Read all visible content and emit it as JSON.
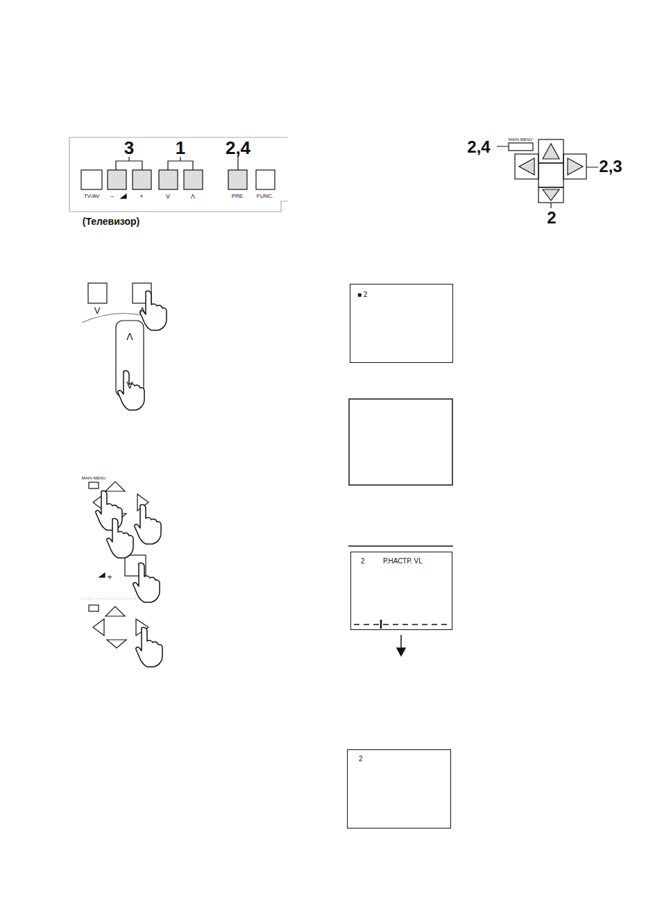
{
  "diagram": {
    "nodes": [
      {
        "text": [
          "■ 2"
        ]
      },
      {
        "text": [
          "2",
          "Р.НАСТР. VL"
        ]
      },
      {
        "text": [
          "2"
        ]
      }
    ],
    "labels": [
      "3",
      "1",
      "2,4",
      "TV/AV",
      "−",
      "+",
      "V",
      "Λ",
      "PRE.",
      "FUNC.",
      "(Телевизор)",
      "MAIN MENU",
      "2,4",
      "2,3",
      "2",
      "V",
      "Λ",
      "Λ",
      "V",
      "+",
      "MAIN MENU"
    ]
  }
}
